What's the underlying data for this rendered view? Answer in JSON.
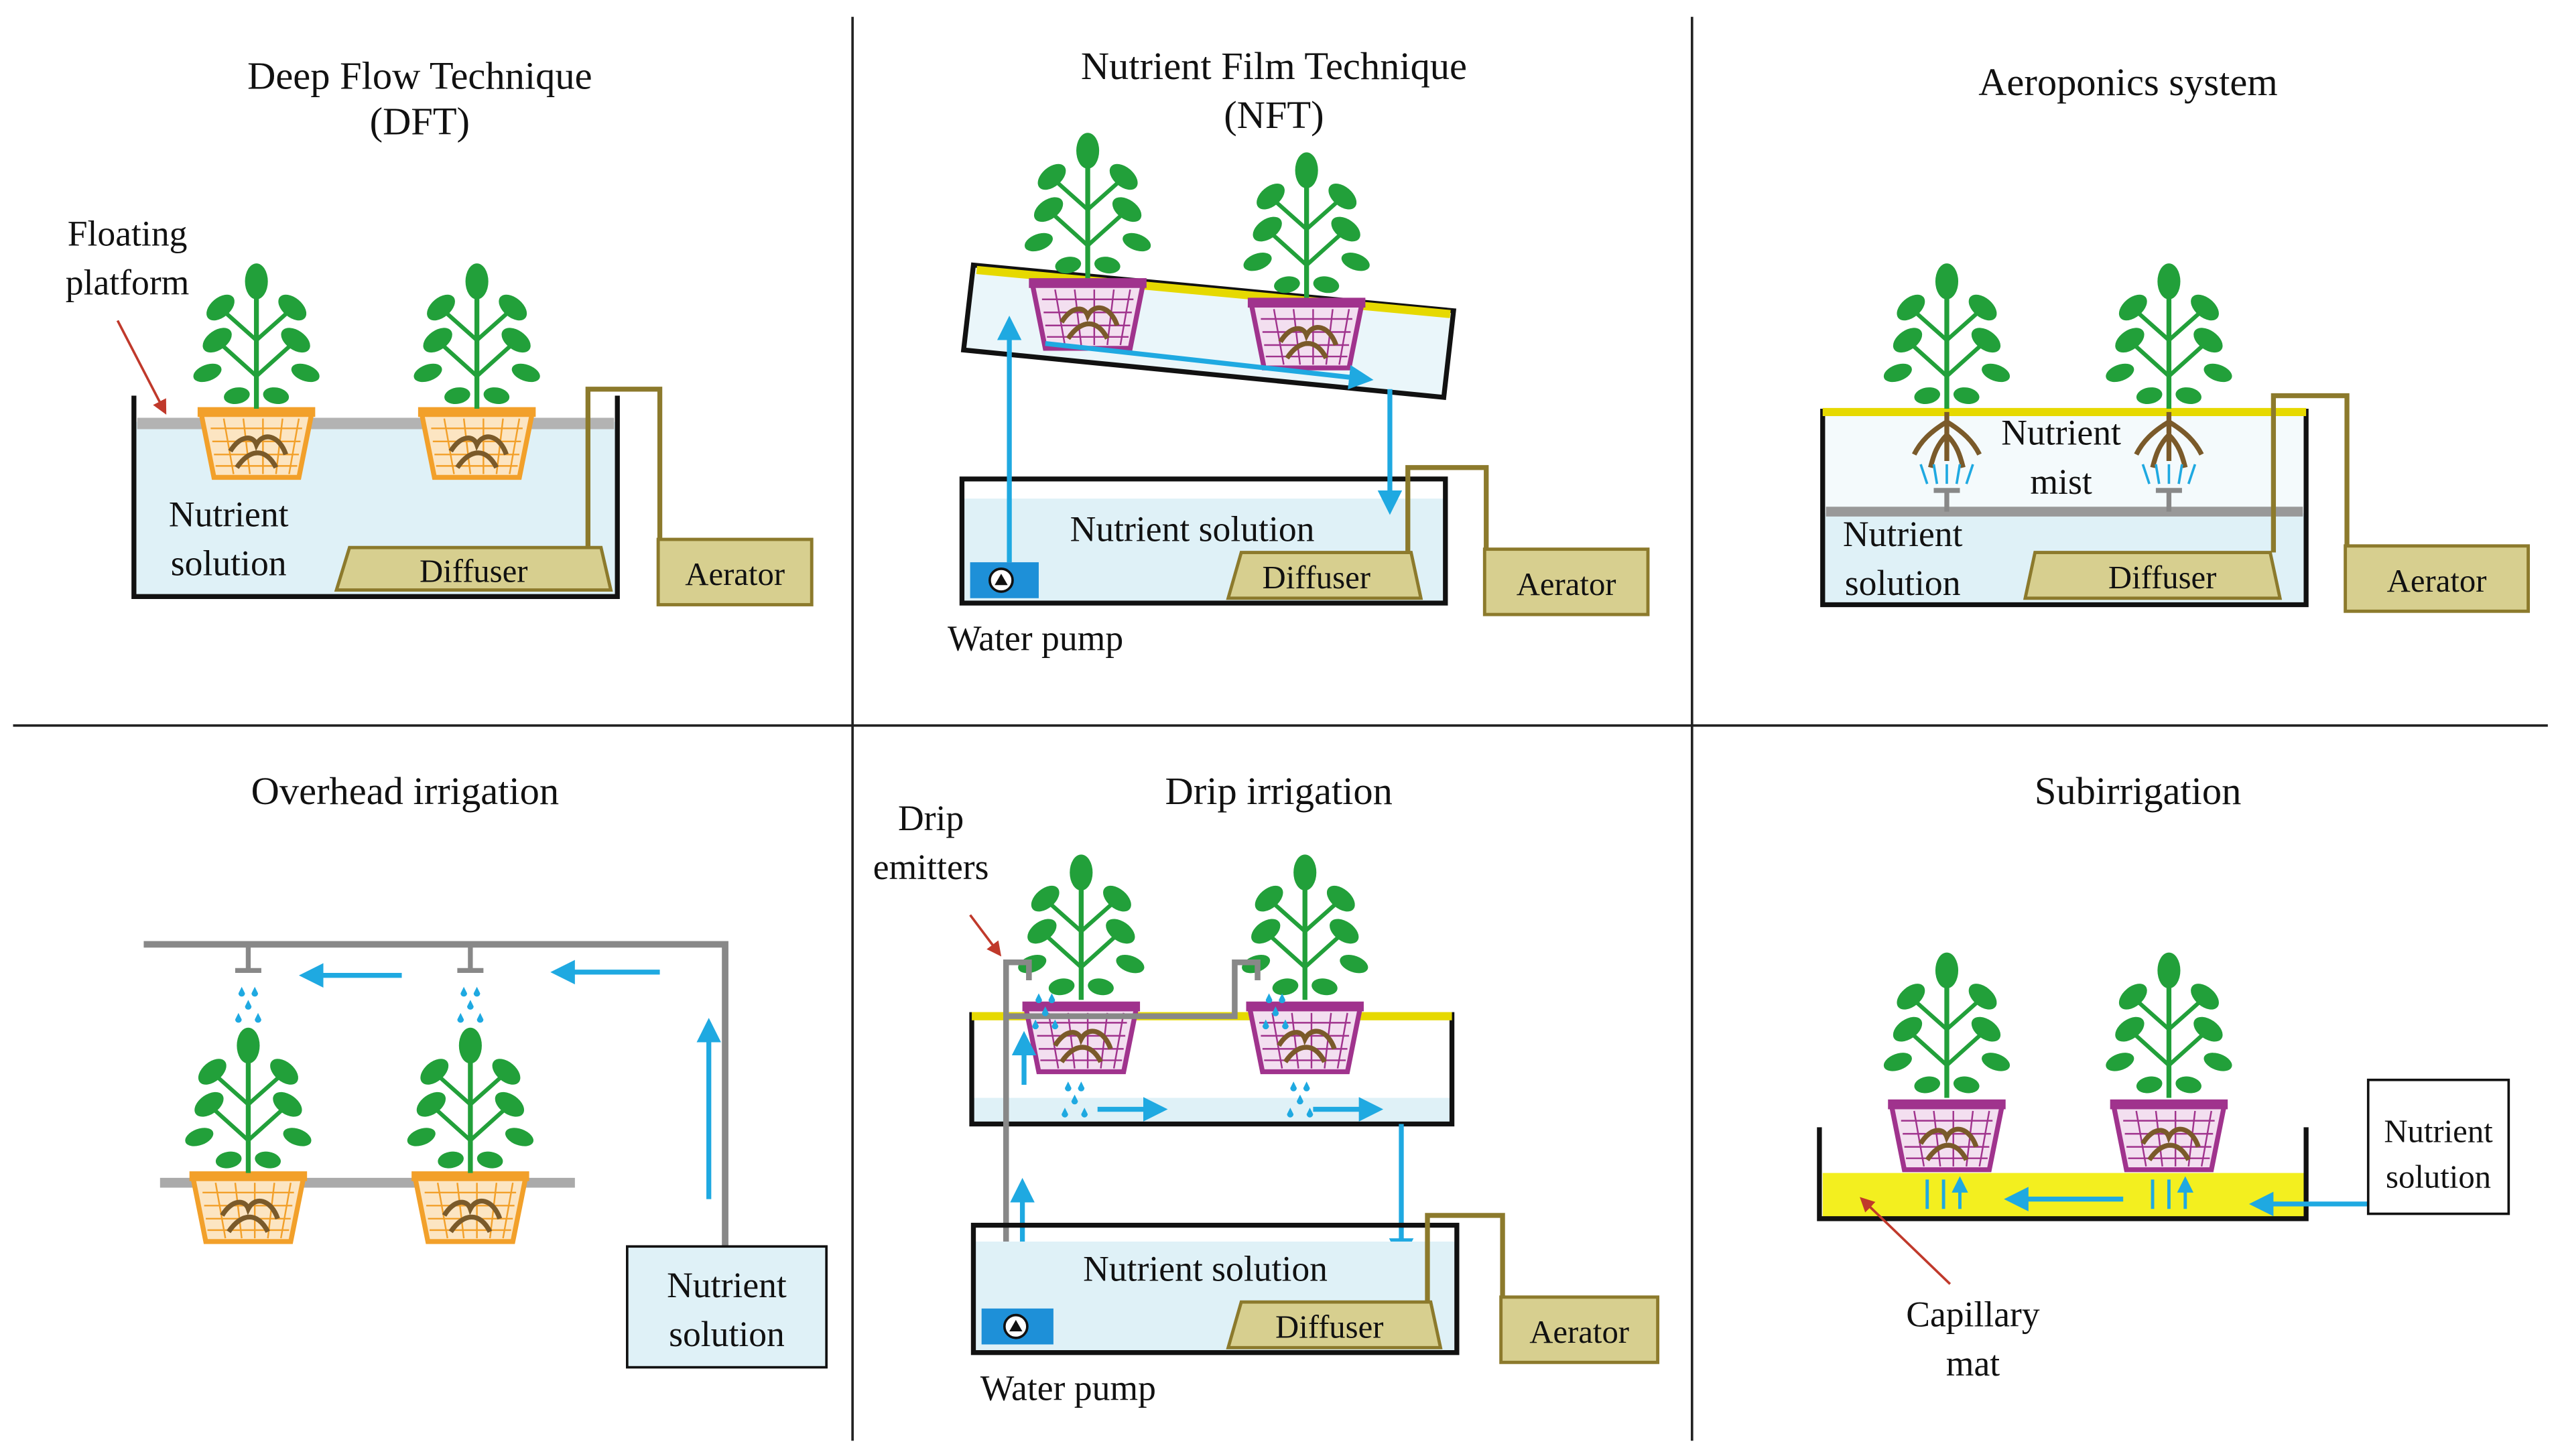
{
  "panels": {
    "dft": {
      "title_line1": "Deep Flow Technique",
      "title_line2": "(DFT)",
      "floating_platform_line1": "Floating",
      "floating_platform_line2": "platform",
      "nutrient_line1": "Nutrient",
      "nutrient_line2": "solution",
      "diffuser": "Diffuser",
      "aerator": "Aerator"
    },
    "nft": {
      "title_line1": "Nutrient Film Technique",
      "title_line2": "(NFT)",
      "nutrient_solution": "Nutrient solution",
      "diffuser": "Diffuser",
      "aerator": "Aerator",
      "water_pump": "Water pump"
    },
    "aeroponics": {
      "title": "Aeroponics  system",
      "mist_line1": "Nutrient",
      "mist_line2": "mist",
      "nutrient_line1": "Nutrient",
      "nutrient_line2": "solution",
      "diffuser": "Diffuser",
      "aerator": "Aerator"
    },
    "overhead": {
      "title": "Overhead  irrigation",
      "nutrient_line1": "Nutrient",
      "nutrient_line2": "solution"
    },
    "drip": {
      "title": "Drip  irrigation",
      "emitters_line1": "Drip",
      "emitters_line2": "emitters",
      "nutrient_solution": "Nutrient solution",
      "diffuser": "Diffuser",
      "aerator": "Aerator",
      "water_pump": "Water pump"
    },
    "subirrigation": {
      "title": "Subirrigation",
      "nutrient_line1": "Nutrient",
      "nutrient_line2": "solution",
      "mat_line1": "Capillary",
      "mat_line2": "mat"
    }
  },
  "colors": {
    "water": "#dff1f7",
    "flow_arrow": "#1fa9e1",
    "tan_box": "#d7cf8f",
    "tan_border": "#8c7a2c",
    "leaf": "#22a03a",
    "pot_orange": "#f2a02a",
    "pot_purple": "#a0338d",
    "root": "#7a5a2a",
    "capillary_mat": "#f3ef1f",
    "pump": "#1e90d8"
  }
}
